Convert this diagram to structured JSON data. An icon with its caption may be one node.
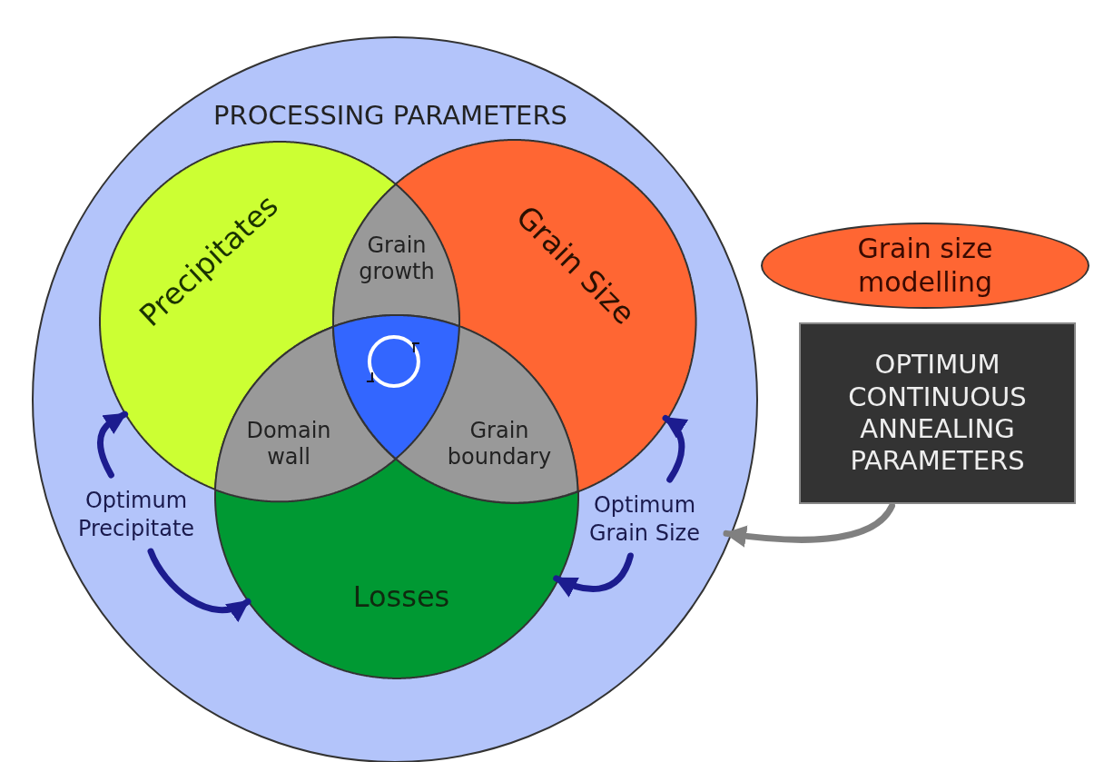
{
  "diagram": {
    "nodes": [
      {
        "text": [
          "PROCESSING PARAMETERS"
        ]
      },
      {
        "text": [
          "Precipitates"
        ],
        "in": 0
      },
      {
        "text": [
          "Grain Size"
        ],
        "in": 0
      },
      {
        "text": [
          "Grain growth"
        ],
        "in": 0
      },
      {
        "text": [
          "Domain wall"
        ],
        "in": 0
      },
      {
        "text": [
          "Grain boundary"
        ],
        "in": 0
      },
      {
        "text": [
          "Losses"
        ],
        "in": 0
      },
      {
        "text": [
          "Optimum Precipitate"
        ],
        "in": 0
      },
      {
        "text": [
          "Optimum Grain Size"
        ],
        "in": 0
      },
      {
        "text": [
          "Grain size modelling"
        ]
      },
      {
        "text": [
          "OPTIMUM CONTINUOUS ANNEALING PARAMETERS"
        ]
      }
    ],
    "edges": [
      {
        "from": 7,
        "to": 1,
        "arrow": "to"
      },
      {
        "from": 7,
        "to": 6,
        "arrow": "to"
      },
      {
        "from": 8,
        "to": 2,
        "arrow": "to"
      },
      {
        "from": 8,
        "to": 6,
        "arrow": "to"
      },
      {
        "from": 10,
        "to": 8,
        "arrow": "to",
        "color": "#808080"
      }
    ]
  }
}
